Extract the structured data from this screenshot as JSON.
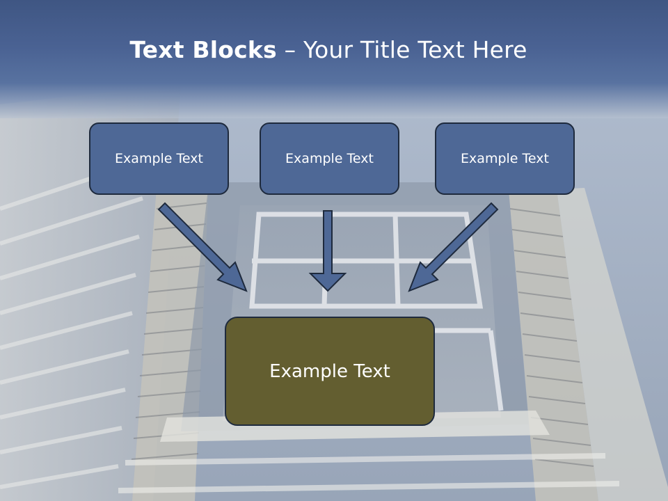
{
  "slide": {
    "title_bold": "Text Blocks",
    "title_dash": "–",
    "title_rest": "Your Title Text Here"
  },
  "boxes": [
    {
      "label": "Example Text"
    },
    {
      "label": "Example Text"
    },
    {
      "label": "Example Text"
    }
  ],
  "result": {
    "label": "Example Text"
  },
  "colors": {
    "box_fill": "#4e6896",
    "result_fill": "#635e30",
    "outline": "#1e2a3d",
    "header": "#4a6293"
  }
}
